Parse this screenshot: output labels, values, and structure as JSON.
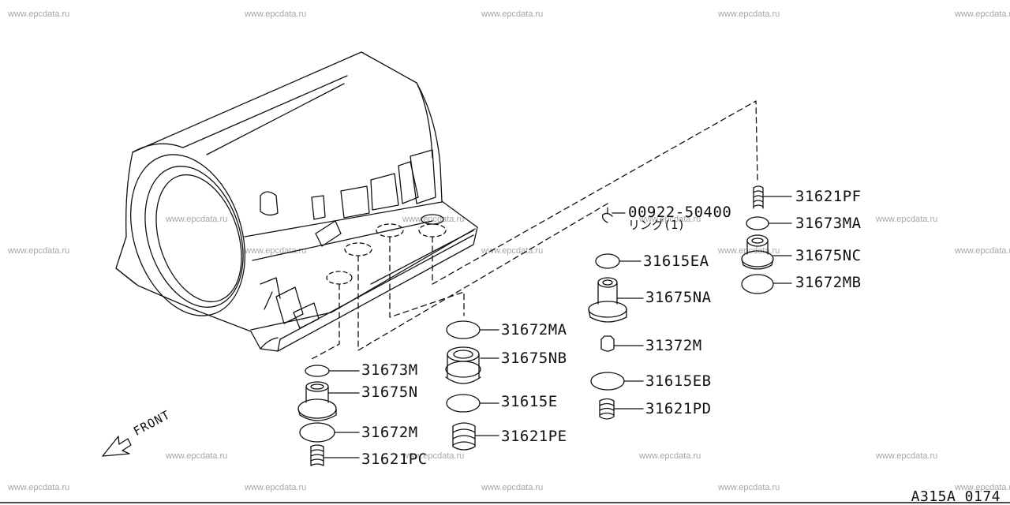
{
  "watermark_text": "www.epcdata.ru",
  "front_label": "FRONT",
  "diagram_code": "A315A 0174",
  "parts": {
    "p31621PF": "31621PF",
    "p31673MA": "31673MA",
    "p31675NC": "31675NC",
    "p31672MB": "31672MB",
    "p00922": "00922-50400",
    "p00922_sub": "リング(1)",
    "p31615EA": "31615EA",
    "p31675NA": "31675NA",
    "p31372M": "31372M",
    "p31615EB": "31615EB",
    "p31621PD": "31621PD",
    "p31672MA": "31672MA",
    "p31675NB": "31675NB",
    "p31615E": "31615E",
    "p31621PE": "31621PE",
    "p31673M": "31673M",
    "p31675N": "31675N",
    "p31672M": "31672M",
    "p31621PC": "31621PC"
  }
}
